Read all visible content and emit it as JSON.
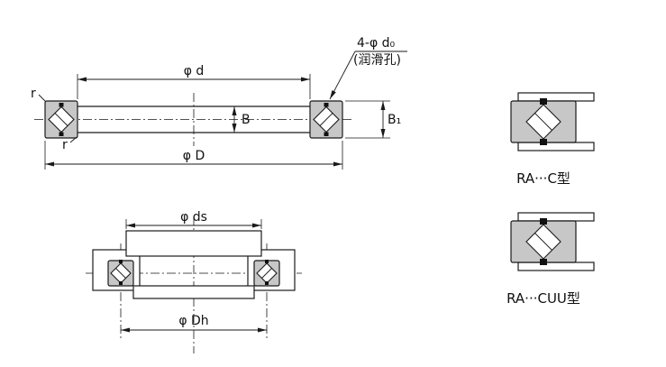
{
  "palette": {
    "line_color": "#1a1a1a",
    "section_fill": "#c7c7c7",
    "background": "#ffffff"
  },
  "section_view": {
    "dim_bore": "φ d",
    "dim_outer": "φ D",
    "dim_width": "B",
    "dim_width_total": "B₁",
    "lube_hole_label": "4-φ d₀",
    "lube_hole_note": "(润滑孔)",
    "fillet_top": "r",
    "fillet_bottom": "r"
  },
  "mounting_view": {
    "dim_shoulder": "φ ds",
    "dim_housing": "φ Dh"
  },
  "type_views": {
    "c_type_label": "RA···C型",
    "cuu_type_label": "RA···CUU型"
  }
}
